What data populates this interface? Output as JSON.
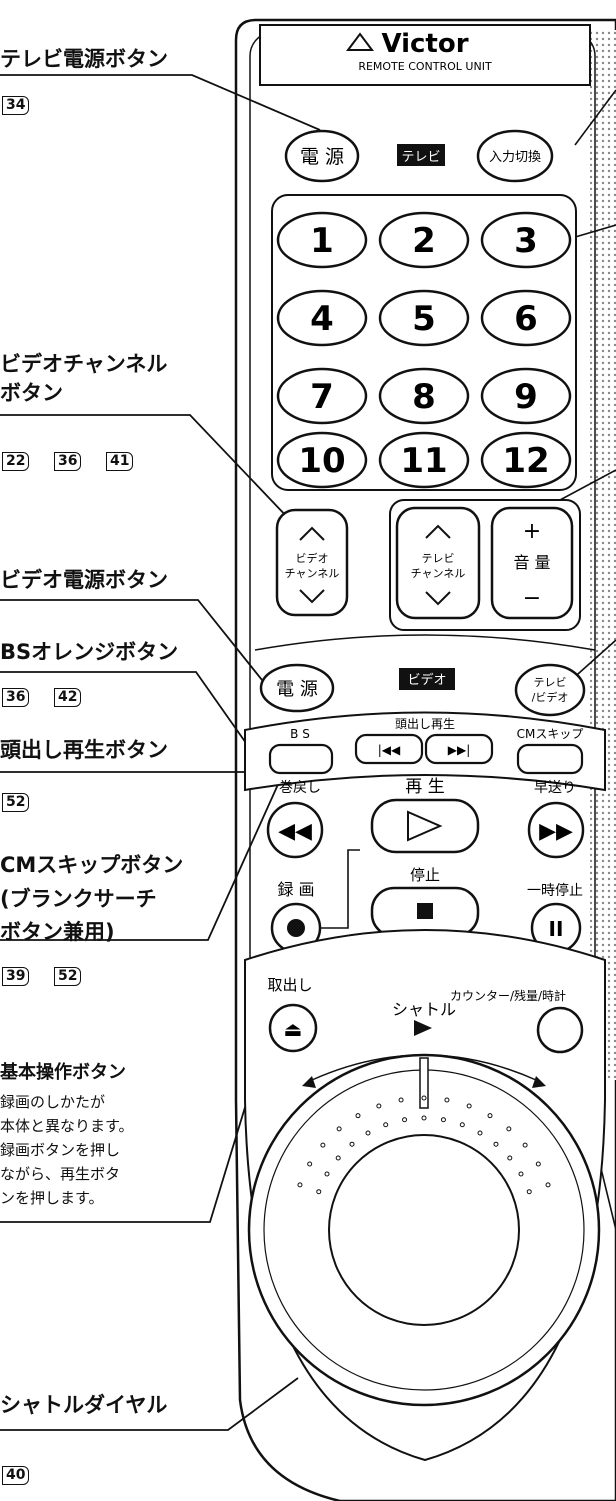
{
  "labels": {
    "tv_power": "テレビ電源ボタン",
    "video_channel_1": "ビデオチャンネル",
    "video_channel_2": "ボタン",
    "video_power": "ビデオ電源ボタン",
    "bs_orange": "BSオレンジボタン",
    "cue_play": "頭出し再生ボタン",
    "cm_skip_1": "CMスキップボタン",
    "cm_skip_2": "(ブランクサーチ",
    "cm_skip_3": "ボタン兼用)",
    "basic_title": "基本操作ボタン",
    "basic_desc": [
      "録画のしかたが",
      "本体と異なります。",
      "録画ボタンを押し",
      "ながら、再生ボタ",
      "ンを押します。"
    ],
    "shuttle_dial": "シャトルダイヤル"
  },
  "pages": {
    "tv_power": [
      "34"
    ],
    "video_channel": [
      "22",
      "36",
      "41"
    ],
    "bs_orange": [
      "36",
      "42"
    ],
    "cue_play": [
      "52"
    ],
    "cm_skip": [
      "39",
      "52"
    ],
    "shuttle": [
      "40"
    ]
  },
  "remote": {
    "brand": "Victor",
    "subtitle": "REMOTE CONTROL UNIT",
    "power": "電 源",
    "tv_badge": "テレビ",
    "input_switch": "入力切換",
    "numbers": [
      "1",
      "2",
      "3",
      "4",
      "5",
      "6",
      "7",
      "8",
      "9",
      "10",
      "11",
      "12"
    ],
    "video_ch": [
      "ビデオ",
      "チャンネル"
    ],
    "tv_ch": [
      "テレビ",
      "チャンネル"
    ],
    "volume": "音 量",
    "plus": "+",
    "minus": "−",
    "video_power": "電 源",
    "video_badge": "ビデオ",
    "tv_video": [
      "テレビ",
      "/ビデオ"
    ],
    "bs": "B S",
    "cue_label": "頭出し再生",
    "cm_label": "CMスキップ",
    "play": "再 生",
    "rewind": "巻戻し",
    "ff": "早送り",
    "stop": "停止",
    "record": "録 画",
    "pause": "一時停止",
    "eject": "取出し",
    "counter": "カウンター/残量/時計",
    "shuttle": "シャトル"
  }
}
